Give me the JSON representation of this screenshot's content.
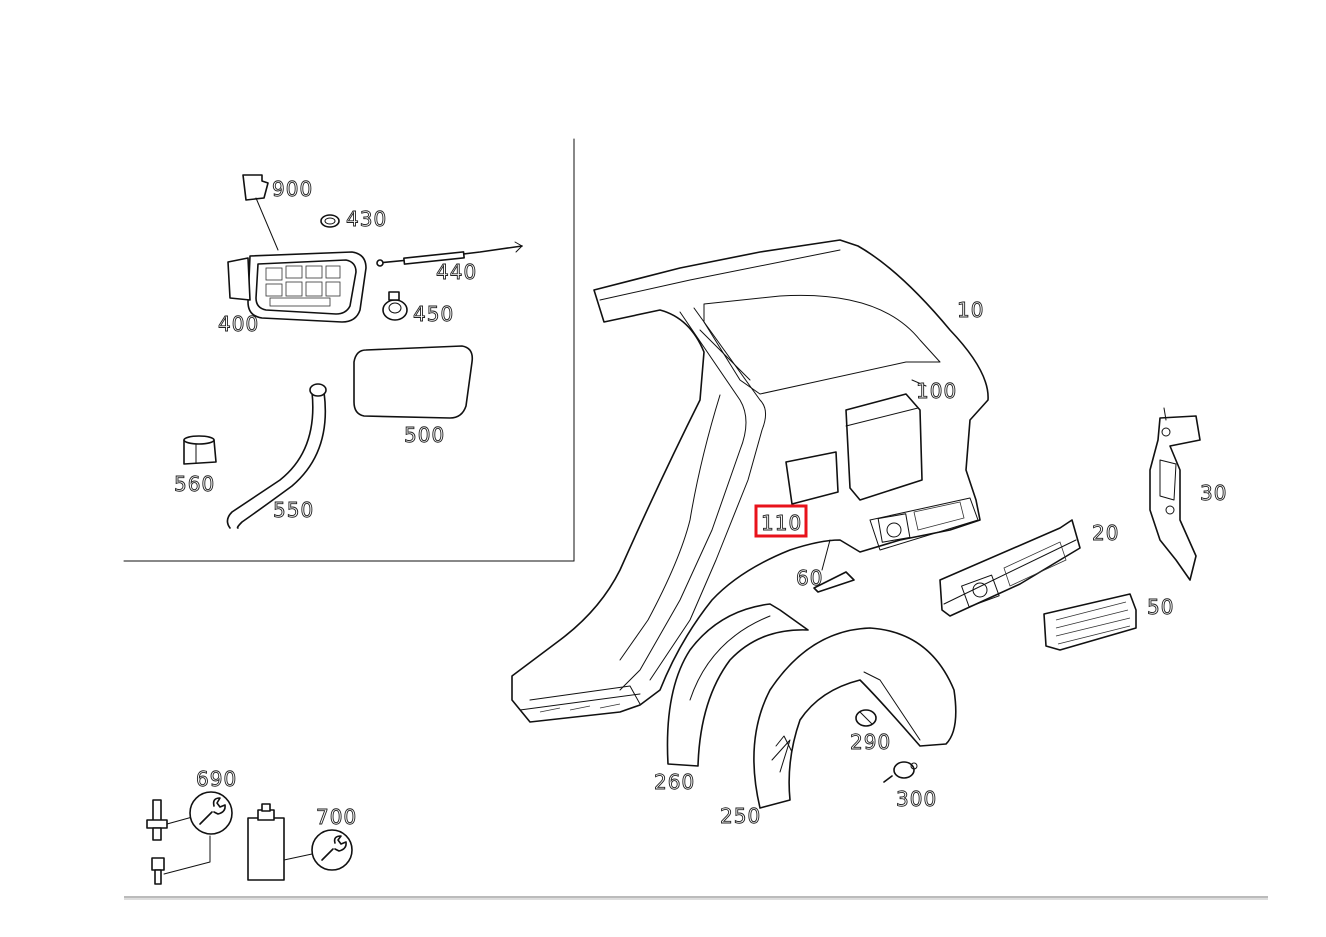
{
  "diagram": {
    "labels": [
      {
        "id": "p900",
        "text": "900"
      },
      {
        "id": "p430",
        "text": "430"
      },
      {
        "id": "p440",
        "text": "440"
      },
      {
        "id": "p450",
        "text": "450"
      },
      {
        "id": "p400",
        "text": "400"
      },
      {
        "id": "p500",
        "text": "500"
      },
      {
        "id": "p560",
        "text": "560"
      },
      {
        "id": "p550",
        "text": "550"
      },
      {
        "id": "p10",
        "text": "10"
      },
      {
        "id": "p100",
        "text": "100"
      },
      {
        "id": "p30",
        "text": "30"
      },
      {
        "id": "p20",
        "text": "20"
      },
      {
        "id": "p110",
        "text": "110"
      },
      {
        "id": "p60",
        "text": "60"
      },
      {
        "id": "p50",
        "text": "50"
      },
      {
        "id": "p290",
        "text": "290"
      },
      {
        "id": "p260",
        "text": "260"
      },
      {
        "id": "p300",
        "text": "300"
      },
      {
        "id": "p250",
        "text": "250"
      },
      {
        "id": "p690",
        "text": "690"
      },
      {
        "id": "p700",
        "text": "700"
      }
    ],
    "highlighted_part": "110",
    "highlight_color": "#e8121b",
    "line_color": "#111111",
    "background": "#ffffff"
  }
}
